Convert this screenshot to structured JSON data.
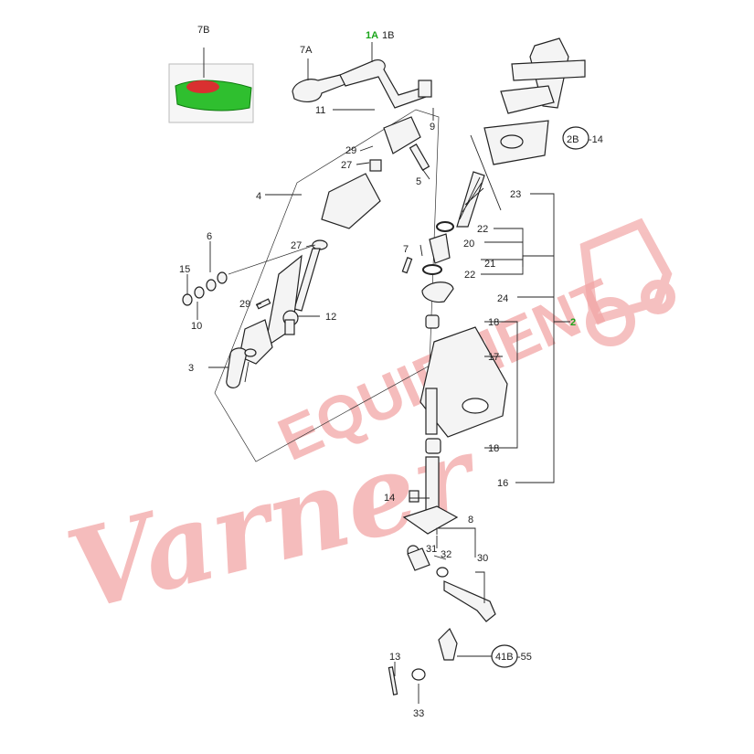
{
  "diagram": {
    "labels": {
      "l7B": "7B",
      "l1A": "1A",
      "l1B": "1B",
      "l7A": "7A",
      "l11": "11",
      "l9": "9",
      "l2B14": "2B",
      "l2B14_suffix": "-14",
      "l29a": "29",
      "l27a": "27",
      "l5": "5",
      "l4": "4",
      "l23": "23",
      "l22a": "22",
      "l20": "20",
      "l21": "21",
      "l22b": "22",
      "l6": "6",
      "l27b": "27",
      "l15": "15",
      "l10": "10",
      "l29b": "29",
      "l12": "12",
      "l24": "24",
      "l2": "2",
      "l18a": "18",
      "l17": "17",
      "l3": "3",
      "l18b": "18",
      "l16": "16",
      "l14": "14",
      "l8": "8",
      "l31": "31",
      "l32": "32",
      "l30": "30",
      "l41B55": "41B",
      "l41B55_suffix": "-55",
      "l13": "13",
      "l33": "33"
    }
  },
  "watermark": {
    "script_text": "Varner",
    "block_text": "EQUIPMENT"
  },
  "colors": {
    "highlight_green": "#2fbf2f",
    "highlight_red": "#d93030",
    "watermark": "#f2a6a6",
    "line": "#222222"
  }
}
